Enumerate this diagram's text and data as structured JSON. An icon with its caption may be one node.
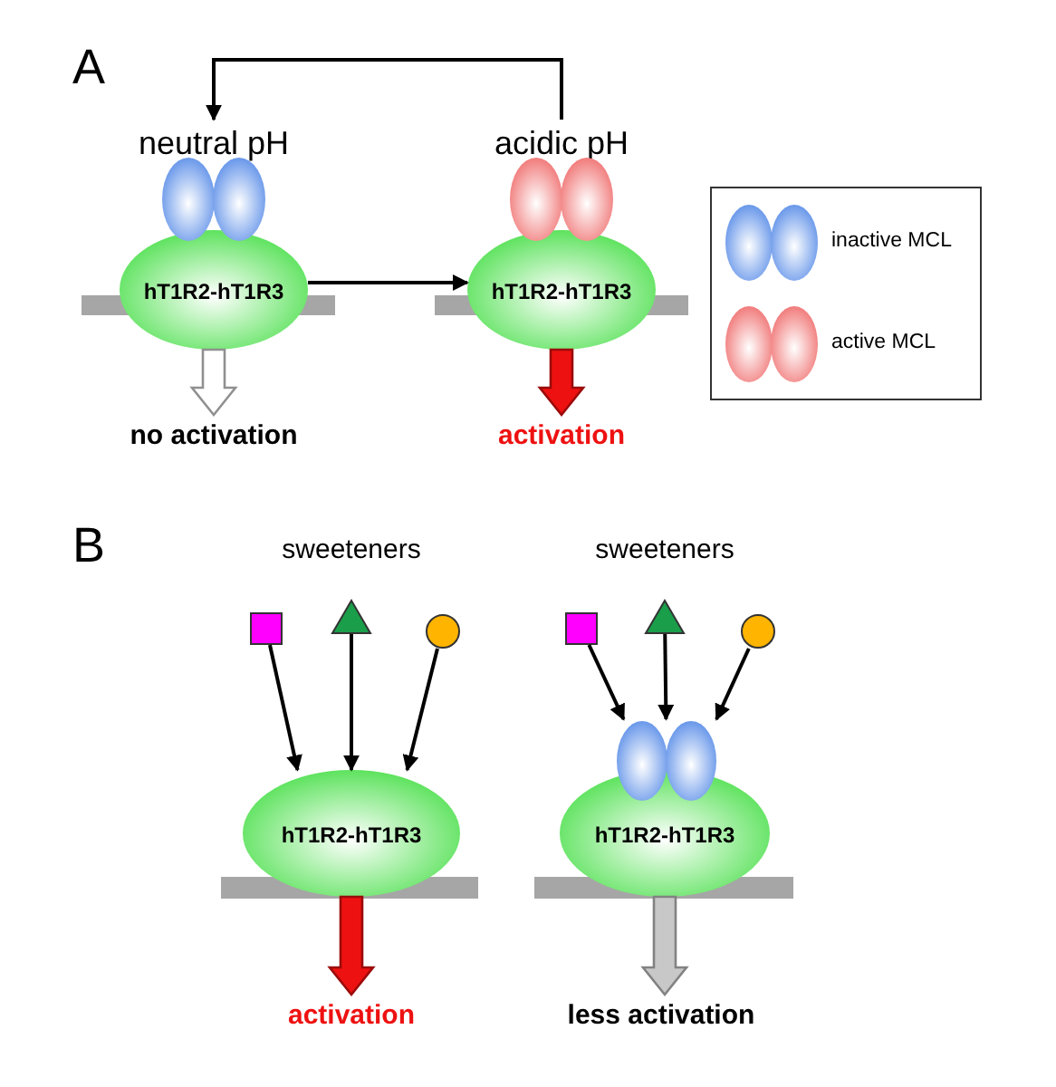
{
  "diagram": {
    "nodes": [
      {
        "text": [
          "neutral pH"
        ]
      },
      {
        "text": [
          "acidic pH"
        ]
      },
      {
        "text": [],
        "shape": "ellipse"
      },
      {
        "text": [
          "hT1R2-hT1R3"
        ]
      },
      {
        "text": [],
        "shape": "ellipse"
      },
      {
        "text": [
          "hT1R2-hT1R3"
        ]
      },
      {
        "text": [
          "no activation"
        ]
      },
      {
        "text": [
          "activation"
        ]
      },
      {
        "text": [],
        "shape": "box"
      },
      {
        "text": [],
        "shape": "triangle"
      },
      {
        "text": [],
        "shape": "circle"
      },
      {
        "text": [],
        "shape": "box"
      },
      {
        "text": [],
        "shape": "triangle"
      },
      {
        "text": [],
        "shape": "circle"
      },
      {
        "text": [
          "hT1R2-hT1R3"
        ]
      },
      {
        "text": [],
        "shape": "ellipse"
      },
      {
        "text": [
          "hT1R2-hT1R3"
        ]
      },
      {
        "text": [
          "activation"
        ]
      },
      {
        "text": [
          "less activation"
        ]
      }
    ],
    "edges": [
      {
        "from": 1,
        "to": 0,
        "arrow": "to"
      },
      {
        "from": 3,
        "to": 5,
        "arrow": "to"
      },
      {
        "from": 3,
        "to": 6,
        "arrow": "to",
        "style": "thick",
        "color": "#ffffff"
      },
      {
        "from": 5,
        "to": 7,
        "arrow": "to",
        "style": "thick",
        "color": "#ee1111"
      },
      {
        "from": 8,
        "to": 14,
        "arrow": "to"
      },
      {
        "from": 9,
        "to": 14,
        "arrow": "to"
      },
      {
        "from": 10,
        "to": 14,
        "arrow": "to"
      },
      {
        "from": 11,
        "to": 15,
        "arrow": "to"
      },
      {
        "from": 12,
        "to": 15,
        "arrow": "to"
      },
      {
        "from": 13,
        "to": 15,
        "arrow": "to"
      },
      {
        "from": 14,
        "to": 17,
        "arrow": "to",
        "style": "thick",
        "color": "#ee1111"
      },
      {
        "from": 16,
        "to": 18,
        "arrow": "to",
        "style": "thick",
        "color": "#c8c8c8"
      }
    ],
    "labels": [
      "A",
      "B",
      "sweeteners",
      "sweeteners"
    ],
    "legend": [
      {
        "text": "inactive MCL"
      },
      {
        "text": "active MCL"
      }
    ]
  }
}
